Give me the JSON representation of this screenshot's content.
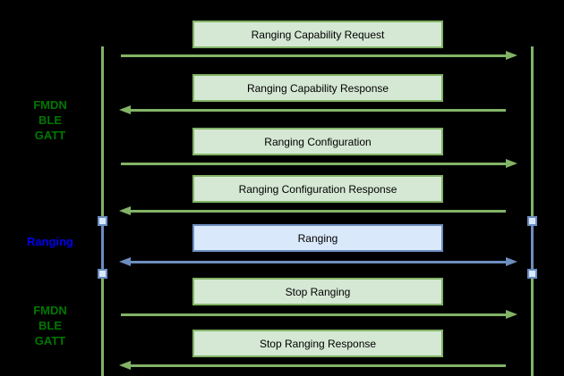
{
  "colors": {
    "background": "#000000",
    "green_fill": "#d5e8d4",
    "green_stroke": "#82b366",
    "blue_fill": "#dae8fc",
    "blue_stroke": "#6c8ebf",
    "label_green": "#007700",
    "label_blue": "#0000ee",
    "box_text": "#000000"
  },
  "phase_labels": [
    {
      "text": "FMDN\nBLE\nGATT",
      "color": "green"
    },
    {
      "text": "Ranging",
      "color": "blue"
    },
    {
      "text": "FMDN\nBLE\nGATT",
      "color": "green"
    }
  ],
  "messages": [
    {
      "label": "Ranging Capability Request",
      "direction": "right",
      "color": "green"
    },
    {
      "label": "Ranging Capability Response",
      "direction": "left",
      "color": "green"
    },
    {
      "label": "Ranging Configuration",
      "direction": "right",
      "color": "green"
    },
    {
      "label": "Ranging Configuration Response",
      "direction": "left",
      "color": "green"
    },
    {
      "label": "Ranging",
      "direction": "both",
      "color": "blue"
    },
    {
      "label": "Stop Ranging",
      "direction": "right",
      "color": "green"
    },
    {
      "label": "Stop Ranging Response",
      "direction": "left",
      "color": "green"
    }
  ]
}
